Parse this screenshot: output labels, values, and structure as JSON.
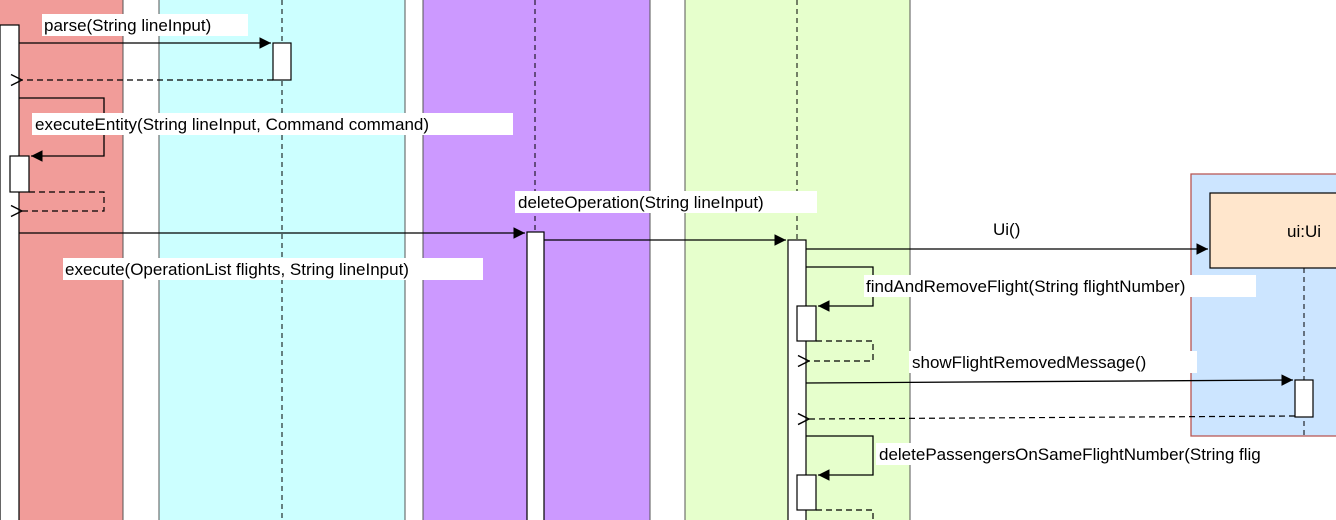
{
  "colors": {
    "lane_red": "#f19c99",
    "lane_cyan": "#ccffff",
    "lane_purple": "#cc99ff",
    "lane_green": "#e6ffcc",
    "lane_blue": "#cce5ff",
    "lane_blue_border": "#b85450",
    "ui_box_fill": "#ffe6cc",
    "ui_box_border": "#000000",
    "activation_fill": "#ffffff",
    "line": "#000000"
  },
  "participants": {
    "ui": "ui:Ui"
  },
  "messages": {
    "parse": "parse(String lineInput)",
    "execute_entity": "executeEntity(String lineInput, Command command)",
    "delete_operation": "deleteOperation(String lineInput)",
    "execute": "execute(OperationList flights, String lineInput)",
    "ui_constructor": "Ui()",
    "find_and_remove": "findAndRemoveFlight(String flightNumber)",
    "show_removed": "showFlightRemovedMessage()",
    "delete_passengers": "deletePassengersOnSameFlightNumber(String flig"
  }
}
